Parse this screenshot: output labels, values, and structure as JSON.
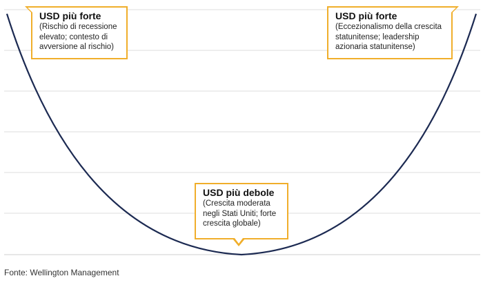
{
  "diagram": {
    "callouts": [
      {
        "title": "USD più forte",
        "body": "(Rischio di recessione elevato; contesto di avversione al rischio)"
      },
      {
        "title": "USD più forte",
        "body": "(Eccezionalismo della crescita statunitense; leadership azionaria statunitense)"
      },
      {
        "title": "USD più debole",
        "body": "(Crescita moderata negli Stati Uniti; forte crescita globale)"
      }
    ],
    "source": "Fonte: Wellington Management"
  },
  "colors": {
    "curve": "#1c2a52",
    "gridline": "#dcdcdc",
    "callout_border": "#f0ae2a"
  }
}
